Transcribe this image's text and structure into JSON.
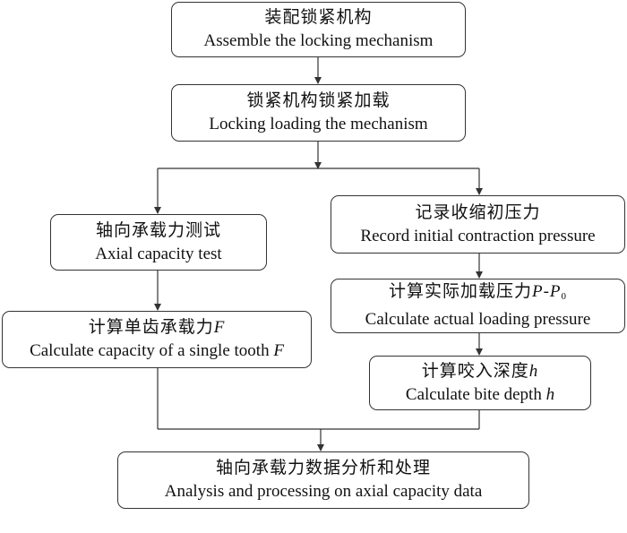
{
  "colors": {
    "stroke": "#333333",
    "text": "#111111",
    "background": "#ffffff"
  },
  "steps": {
    "assemble": {
      "zh": "装配锁紧机构",
      "en": "Assemble the locking mechanism"
    },
    "locking": {
      "zh": "锁紧机构锁紧加载",
      "en": "Locking loading the mechanism"
    },
    "axial": {
      "zh": "轴向承载力测试",
      "en": "Axial capacity test"
    },
    "single": {
      "zh": "计算单齿承载力",
      "zh_var": "F",
      "en": "Calculate capacity of a single tooth ",
      "en_var": "F"
    },
    "record": {
      "zh": "记录收缩初压力",
      "en": "Record initial contraction pressure"
    },
    "actual": {
      "zh": "计算实际加载压力",
      "zh_var_p": "P",
      "zh_dash": "-",
      "zh_var_p0": "P",
      "zh_sub": "0",
      "en": "Calculate actual loading pressure"
    },
    "bite": {
      "zh": "计算咬入深度",
      "zh_var": "h",
      "en": "Calculate bite depth ",
      "en_var": "h"
    },
    "analysis": {
      "zh": "轴向承载力数据分析和处理",
      "en": "Analysis and processing on axial capacity data"
    }
  }
}
